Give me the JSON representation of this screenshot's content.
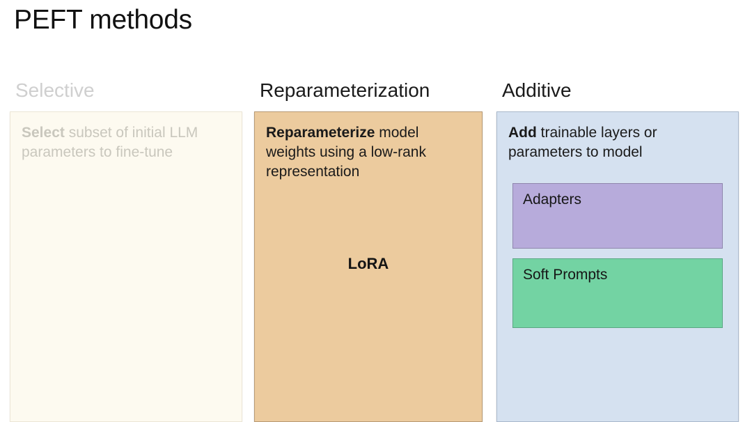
{
  "slide": {
    "title": "PEFT methods",
    "background_color": "#ffffff"
  },
  "columns": [
    {
      "heading": "Selective",
      "heading_state": "dimmed",
      "heading_color": "#cfcfcf",
      "panel": {
        "background_color": "#fdfaf0",
        "border_color": "#ece6d6",
        "text_color": "#c9c7bd",
        "body_lead": "Select",
        "body_rest": " subset of initial LLM parameters to fine-tune",
        "body_full": "Select subset of initial LLM parameters to fine-tune",
        "center_label": "",
        "subboxes": []
      }
    },
    {
      "heading": "Reparameterization",
      "heading_state": "normal",
      "heading_color": "#1a1a1a",
      "panel": {
        "background_color": "#eccb9e",
        "border_color": "#b89a74",
        "text_color": "#1a1a1a",
        "body_lead": "Reparameterize",
        "body_rest": " model weights using a low-rank representation",
        "body_full": "Reparameterize model weights using a low-rank representation",
        "center_label": "LoRA",
        "subboxes": []
      }
    },
    {
      "heading": "Additive",
      "heading_state": "normal",
      "heading_color": "#1a1a1a",
      "panel": {
        "background_color": "#d5e1f0",
        "border_color": "#a9b8cc",
        "text_color": "#1a1a1a",
        "body_lead": "Add",
        "body_rest": " trainable layers or parameters to model",
        "body_full": "Add trainable layers or parameters to model",
        "center_label": "",
        "subboxes": [
          {
            "label": "Adapters",
            "background_color": "#b7abdb",
            "border_color": "#8f86ad"
          },
          {
            "label": "Soft Prompts",
            "background_color": "#73d3a3",
            "border_color": "#5aa783"
          }
        ]
      }
    }
  ]
}
